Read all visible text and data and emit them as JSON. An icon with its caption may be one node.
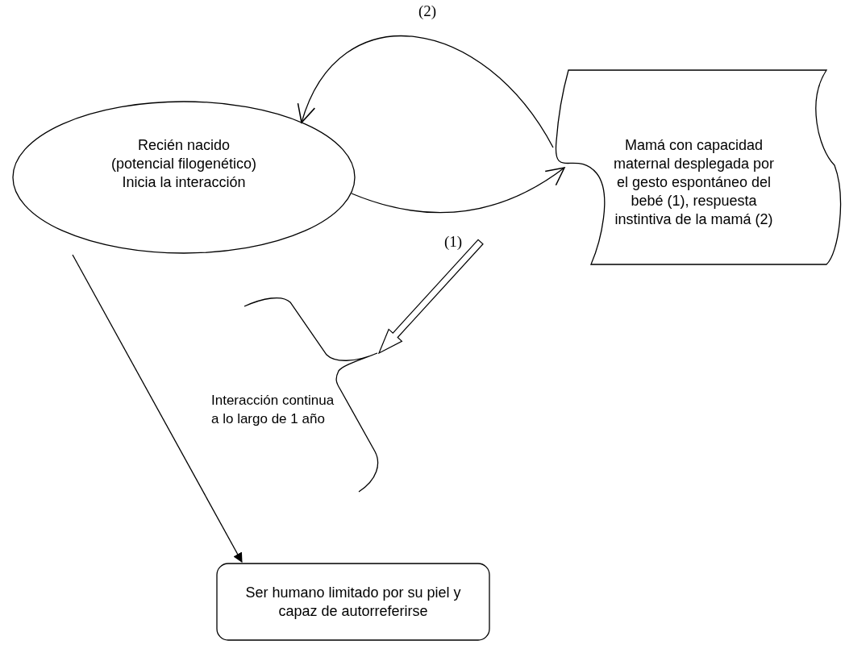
{
  "diagram": {
    "nodes": [
      {
        "text": [
          "Recién nacido",
          "(potencial filogenético)",
          "Inicia la interacción"
        ]
      },
      {
        "text": [
          "Mamá con capacidad maternal desplegada por el gesto espontáneo del bebé (1), respuesta instintiva de la mamá (2)"
        ]
      },
      {
        "text": [
          "Interacción continua a lo largo de 1 año"
        ]
      },
      {
        "text": [
          "Ser humano limitado por su piel y capaz de autorreferirse"
        ]
      }
    ],
    "edges": [
      {
        "from": 0,
        "to": 1,
        "arrow": "to"
      },
      {
        "from": 1,
        "to": 0,
        "arrow": "to",
        "label": "(2)"
      },
      {
        "from": null,
        "to": 2,
        "arrow": "to",
        "label": "(1)",
        "style": "thick"
      },
      {
        "from": 0,
        "to": 3,
        "arrow": "to"
      }
    ]
  }
}
